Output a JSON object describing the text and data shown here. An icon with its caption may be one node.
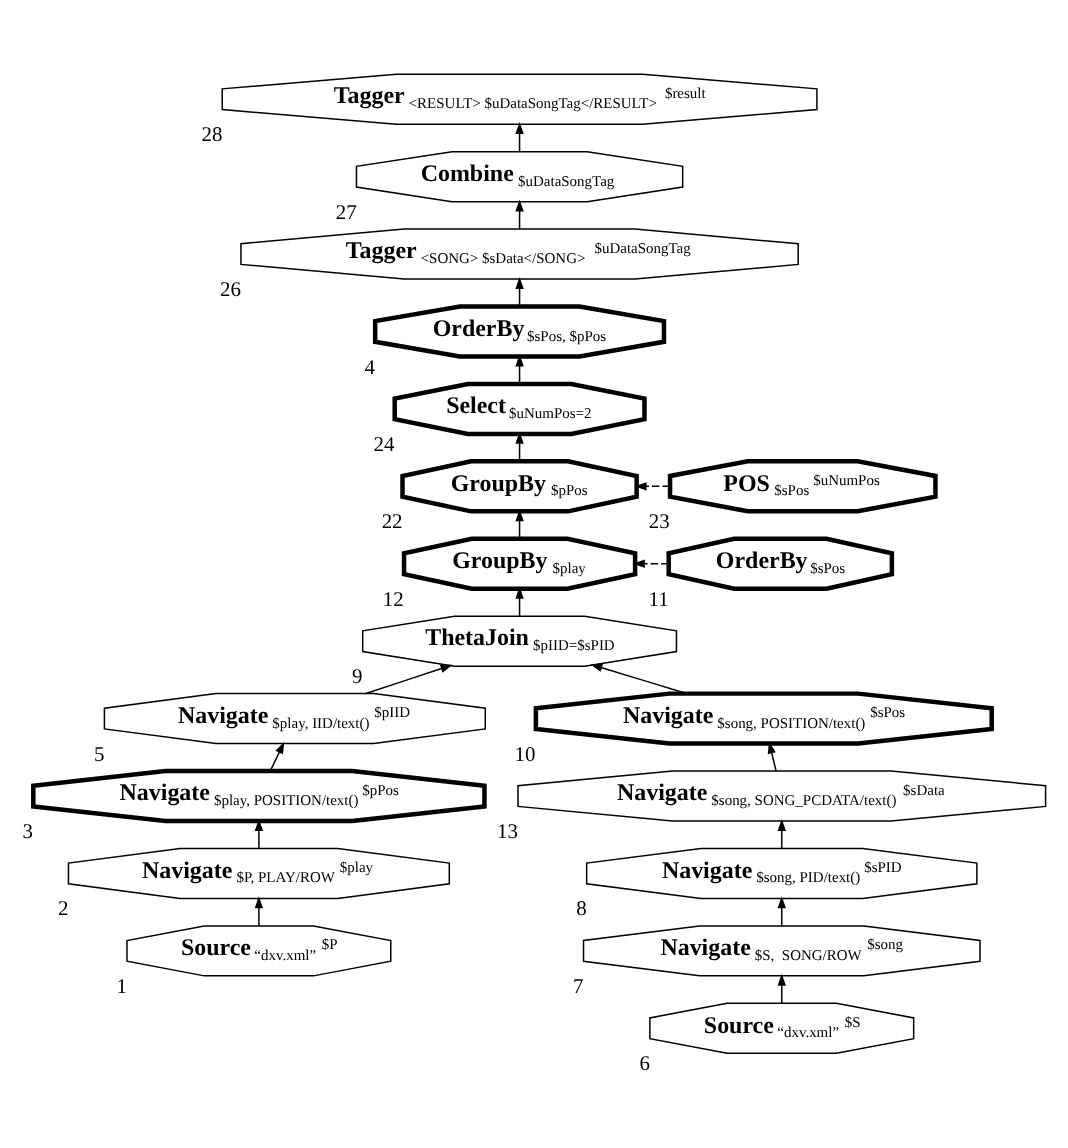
{
  "diagram": {
    "nodes": [
      {
        "text": [
          "Tagger",
          "<RESULT> $uDataSongTag</RESULT>",
          "$result"
        ],
        "beside": [
          "28"
        ]
      },
      {
        "text": [
          "Combine",
          "$uDataSongTag"
        ],
        "beside": [
          "27"
        ]
      },
      {
        "text": [
          "Tagger",
          "<SONG> $sData</SONG>",
          "$uDataSongTag"
        ],
        "beside": [
          "26"
        ]
      },
      {
        "text": [
          "OrderBy",
          "$sPos, $pPos"
        ],
        "beside": [
          "4"
        ]
      },
      {
        "text": [
          "Select",
          "$uNumPos=2"
        ],
        "beside": [
          "24"
        ]
      },
      {
        "text": [
          "GroupBy",
          "$pPos"
        ],
        "beside": [
          "22"
        ]
      },
      {
        "text": [
          "POS",
          "$sPos",
          "$uNumPos"
        ],
        "beside": [
          "23"
        ]
      },
      {
        "text": [
          "GroupBy",
          "$play"
        ],
        "beside": [
          "12"
        ]
      },
      {
        "text": [
          "ThetaJoin",
          "$pIID=$sPID"
        ],
        "beside": [
          "9"
        ]
      },
      {
        "text": [
          "OrderBy",
          "$sPos"
        ],
        "beside": [
          "11"
        ]
      },
      {
        "text": [
          "Navigate",
          "$play, IID/text()",
          "$pIID"
        ],
        "beside": [
          "5"
        ]
      },
      {
        "text": [
          "Navigate",
          "$song, POSITION/text()",
          "$sPos"
        ],
        "beside": [
          "10"
        ]
      },
      {
        "text": [
          "Navigate",
          "$play, POSITION/text()",
          "$pPos"
        ],
        "beside": [
          "3"
        ]
      },
      {
        "text": [
          "Navigate",
          "$song, SONG_PCDATA/text()",
          "$sData"
        ],
        "beside": [
          "13"
        ]
      },
      {
        "text": [
          "Navigate",
          "$P, PLAY/ROW",
          "$play"
        ],
        "beside": [
          "2"
        ]
      },
      {
        "text": [
          "Navigate",
          "$song, PID/text()",
          "$sPID"
        ],
        "beside": [
          "8"
        ]
      },
      {
        "text": [
          "Source",
          "“dxv.xml”",
          "$P"
        ],
        "beside": [
          "1"
        ]
      },
      {
        "text": [
          "Navigate",
          "$S,  SONG/ROW",
          "$song"
        ],
        "beside": [
          "7"
        ]
      },
      {
        "text": [
          "Source",
          "“dxv.xml”",
          "$S"
        ],
        "beside": [
          "6"
        ]
      }
    ],
    "edges": [
      {
        "from": 16,
        "to": 14,
        "arrow": "to"
      },
      {
        "from": 14,
        "to": 12,
        "arrow": "to"
      },
      {
        "from": 12,
        "to": 10,
        "arrow": "to"
      },
      {
        "from": 10,
        "to": 8,
        "arrow": "to"
      },
      {
        "from": 18,
        "to": 17,
        "arrow": "to"
      },
      {
        "from": 17,
        "to": 15,
        "arrow": "to"
      },
      {
        "from": 15,
        "to": 13,
        "arrow": "to"
      },
      {
        "from": 13,
        "to": 11,
        "arrow": "to"
      },
      {
        "from": 11,
        "to": 8,
        "arrow": "to"
      },
      {
        "from": 8,
        "to": 7,
        "arrow": "to"
      },
      {
        "from": 7,
        "to": 5,
        "arrow": "to"
      },
      {
        "from": 5,
        "to": 4,
        "arrow": "to"
      },
      {
        "from": 4,
        "to": 3,
        "arrow": "to"
      },
      {
        "from": 3,
        "to": 2,
        "arrow": "to"
      },
      {
        "from": 2,
        "to": 1,
        "arrow": "to"
      },
      {
        "from": 1,
        "to": 0,
        "arrow": "to"
      },
      {
        "from": 9,
        "to": 7,
        "arrow": "to",
        "style": "dashed"
      },
      {
        "from": 6,
        "to": 5,
        "arrow": "to",
        "style": "dashed"
      }
    ]
  }
}
